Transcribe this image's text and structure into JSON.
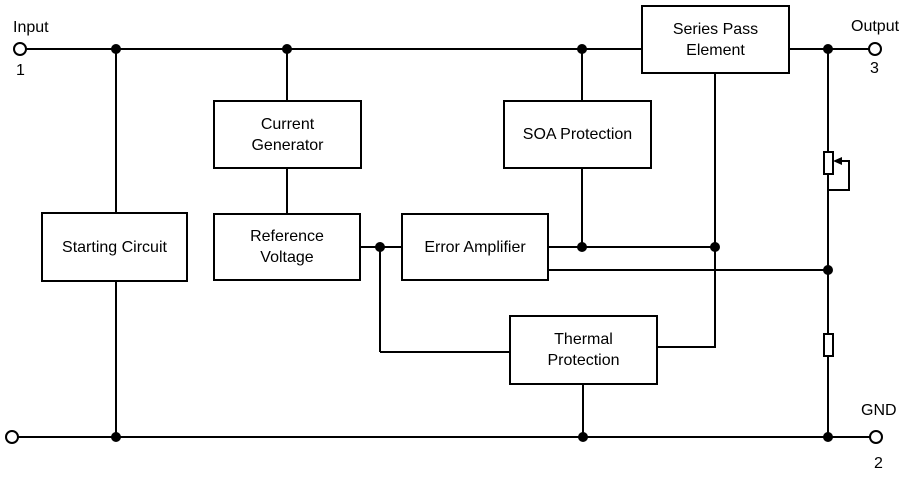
{
  "colors": {
    "line": "#000000",
    "background": "#ffffff",
    "text": "#000000"
  },
  "terminals": {
    "input": {
      "label": "Input",
      "pin": "1"
    },
    "output": {
      "label": "Output",
      "pin": "3"
    },
    "gnd": {
      "label": "GND",
      "pin": "2"
    }
  },
  "blocks": {
    "series_pass": "Series Pass\nElement",
    "current_generator": "Current\nGenerator",
    "soa_protection": "SOA Protection",
    "starting_circuit": "Starting Circuit",
    "reference_voltage": "Reference\nVoltage",
    "error_amplifier": "Error Amplifier",
    "thermal_protection": "Thermal\nProtection"
  }
}
